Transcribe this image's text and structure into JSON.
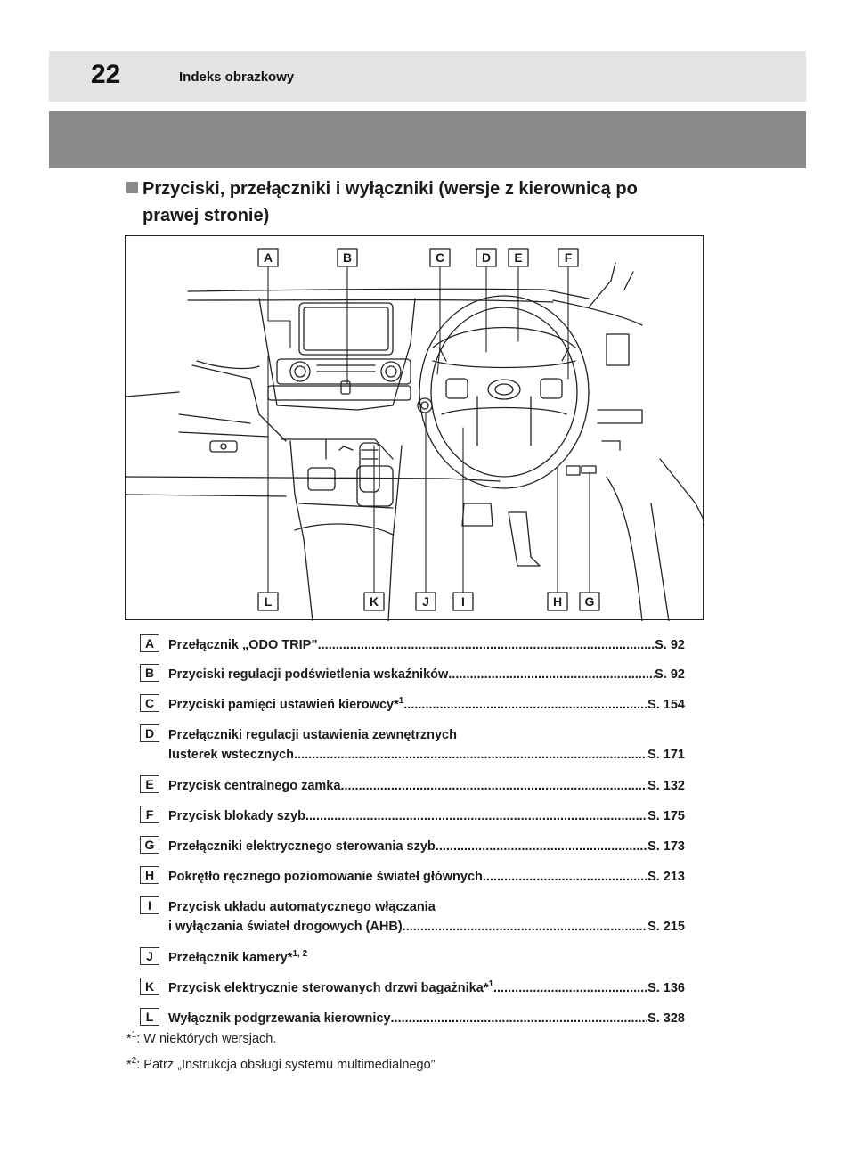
{
  "header": {
    "page_number": "22",
    "section_title": "Indeks obrazkowy"
  },
  "heading": {
    "line1": "Przyciski, przełączniki i wyłączniki (wersje z kierownicą po",
    "line2": "prawej stronie)"
  },
  "figure": {
    "callouts_top": [
      "A",
      "B",
      "C",
      "D",
      "E",
      "F"
    ],
    "callouts_bottom": [
      "L",
      "K",
      "J",
      "I",
      "H",
      "G"
    ]
  },
  "legend": [
    {
      "letter": "A",
      "text": "Przełącznik „ODO TRIP”",
      "sup": "",
      "page": "S. 92"
    },
    {
      "letter": "B",
      "text": "Przyciski regulacji podświetlenia wskaźników",
      "sup": "",
      "page": "S. 92"
    },
    {
      "letter": "C",
      "text": "Przyciski pamięci ustawień kierowcy*",
      "sup": "1",
      "page": "S. 154"
    },
    {
      "letter": "D",
      "line1": "Przełączniki regulacji ustawienia zewnętrznych",
      "text": "lusterek wstecznych",
      "sup": "",
      "page": "S. 171"
    },
    {
      "letter": "E",
      "text": "Przycisk centralnego zamka",
      "sup": "",
      "page": "S. 132"
    },
    {
      "letter": "F",
      "text": "Przycisk blokady szyb",
      "sup": "",
      "page": "S. 175"
    },
    {
      "letter": "G",
      "text": "Przełączniki elektrycznego sterowania szyb",
      "sup": "",
      "page": "S. 173"
    },
    {
      "letter": "H",
      "text": "Pokrętło ręcznego poziomowanie świateł głównych",
      "sup": "",
      "page": "S. 213"
    },
    {
      "letter": "I",
      "line1": "Przycisk układu automatycznego włączania",
      "text": "i wyłączania świateł drogowych (AHB)",
      "sup": "",
      "page": "S. 215"
    },
    {
      "letter": "J",
      "text": "Przełącznik kamery*",
      "sup": "1, 2",
      "page": ""
    },
    {
      "letter": "K",
      "text": "Przycisk elektrycznie sterowanych drzwi bagażnika*",
      "sup": "1",
      "page": "S. 136"
    },
    {
      "letter": "L",
      "text": "Wyłącznik podgrzewania kierownicy",
      "sup": "",
      "page": "S. 328"
    }
  ],
  "footnotes": [
    {
      "mark": "*",
      "sup": "1",
      "text": ": W niektórych wersjach."
    },
    {
      "mark": "*",
      "sup": "2",
      "text": ": Patrz „Instrukcja obsługi systemu multimedialnego”"
    }
  ]
}
